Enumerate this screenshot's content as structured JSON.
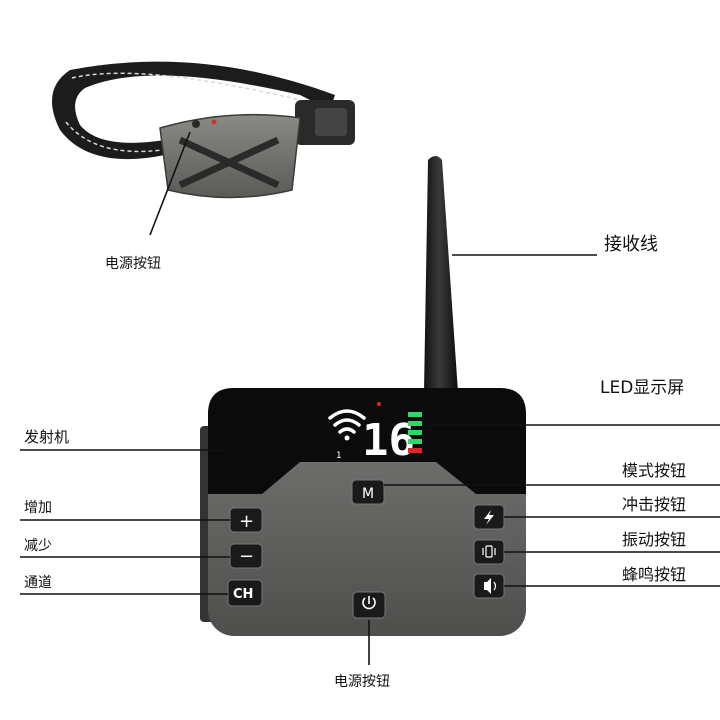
{
  "collar": {
    "power_button_label": "电源按钮"
  },
  "antenna": {
    "label": "接收线"
  },
  "screen": {
    "label": "LED显示屏",
    "channel_display": "16",
    "channel_index": "1"
  },
  "left_callouts": {
    "transmitter": "发射机",
    "increase": "增加",
    "decrease": "减少",
    "channel": "通道"
  },
  "right_callouts": {
    "mode_button": "模式按钮",
    "shock_button": "冲击按钮",
    "vibration_button": "振动按钮",
    "beep_button": "蜂鸣按钮"
  },
  "remote_buttons": {
    "mode": "M",
    "plus": "+",
    "minus": "−",
    "channel": "CH"
  },
  "bottom": {
    "power_button_label": "电源按钮"
  },
  "colors": {
    "device_body": "#5e5e5c",
    "screen_black": "#0b0b0b",
    "battery_green": "#2bd96a",
    "battery_red": "#e0262a",
    "strap": "#1c1c1c"
  },
  "icons": {
    "wifi": "wifi-signal-icon",
    "battery": "battery-level-icon",
    "shock": "lightning-icon",
    "vibration": "vibration-icon",
    "beep": "speaker-icon",
    "power": "power-icon"
  }
}
